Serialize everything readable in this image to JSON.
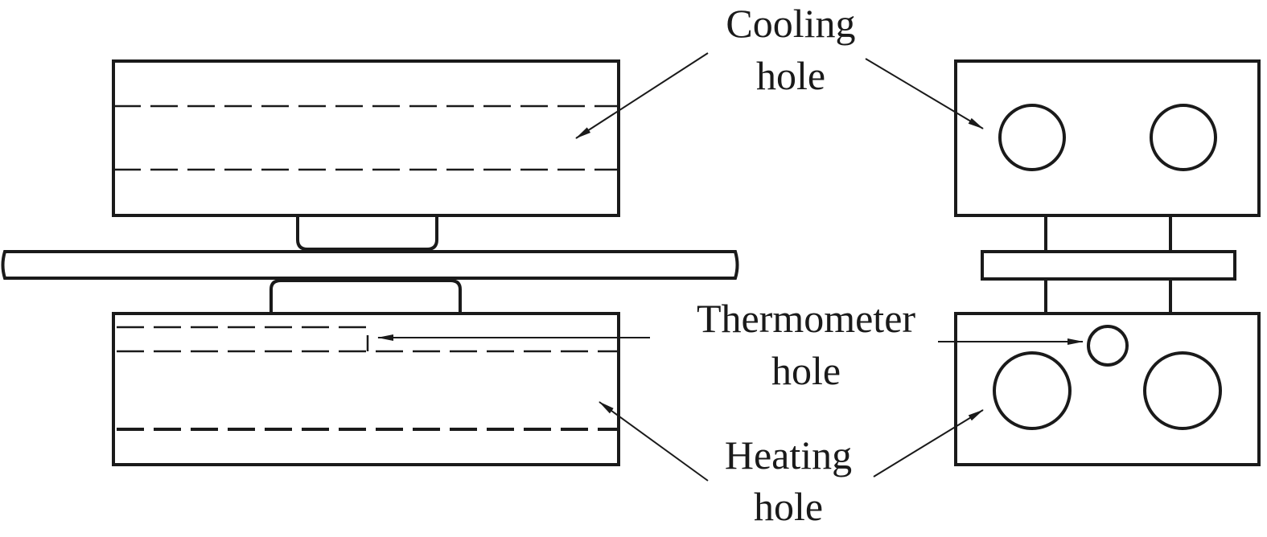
{
  "labels": {
    "cooling": [
      "Cooling",
      "hole"
    ],
    "thermometer": [
      "Thermometer",
      "hole"
    ],
    "heating": [
      "Heating",
      "hole"
    ]
  }
}
